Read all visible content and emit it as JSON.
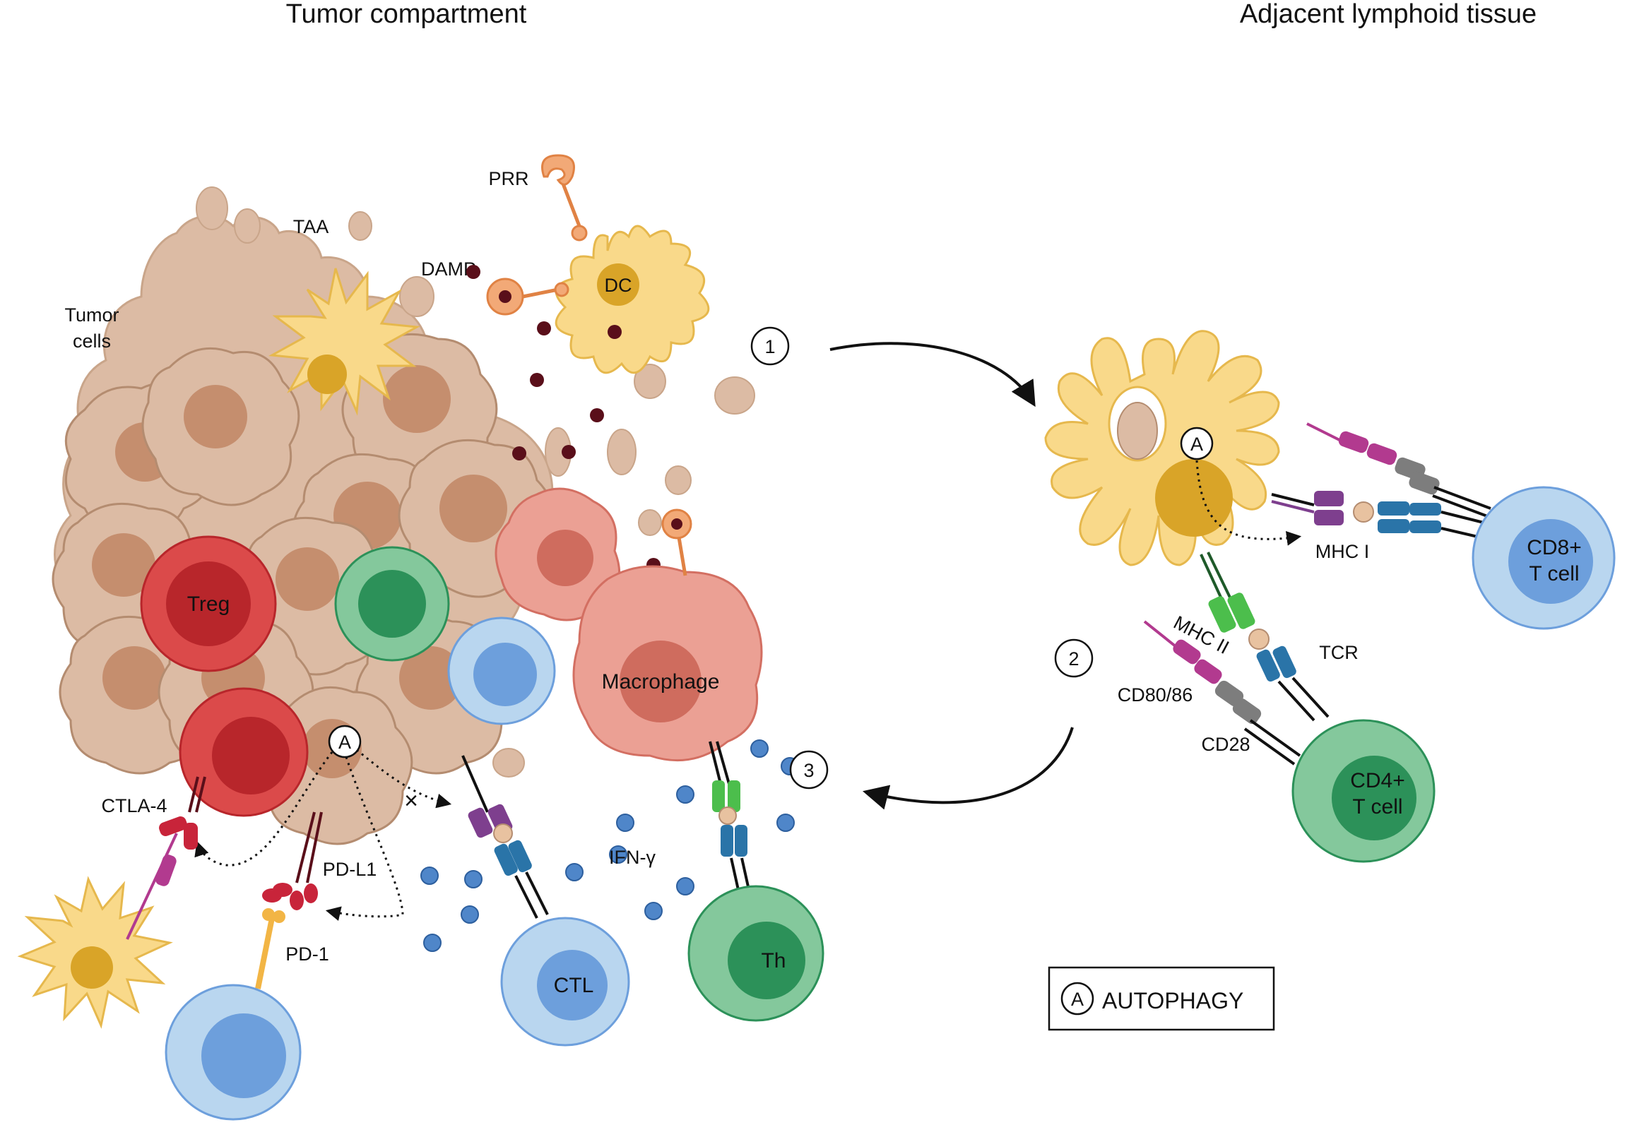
{
  "headers": {
    "left": "Tumor compartment",
    "right": "Adjacent lymphoid tissue"
  },
  "labels": {
    "taa": "TAA",
    "tumor_cells_1": "Tumor",
    "tumor_cells_2": "cells",
    "damp": "DAMP",
    "prr": "PRR",
    "dc": "DC",
    "treg": "Treg",
    "macrophage": "Macrophage",
    "ctla4": "CTLA-4",
    "pdl1": "PD-L1",
    "pd1": "PD-1",
    "ifng": "IFN-γ",
    "ctl": "CTL",
    "th": "Th",
    "mhc1": "MHC I",
    "mhc2": "MHC II",
    "tcr": "TCR",
    "cd80": "CD80/86",
    "cd28": "CD28",
    "cd8_1": "CD8+",
    "cd8_2": "T cell",
    "cd4_1": "CD4+",
    "cd4_2": "T cell"
  },
  "steps": [
    "1",
    "2",
    "3"
  ],
  "autophagy": {
    "marker": "A",
    "legend_text": "AUTOPHAGY"
  },
  "colors": {
    "tumor": "#dcbba4",
    "tumor_nucleus": "#c58e6e",
    "dc": "#f9d98a",
    "dc_nucleus": "#d9a428",
    "treg": "#db4a4a",
    "treg_nucleus": "#b8262b",
    "macrophage": "#eba094",
    "macrophage_nucleus": "#cf6c5e",
    "t_cell_blue": "#b9d6ef",
    "t_cell_blue_nucleus": "#6d9fdc",
    "t_cell_green": "#84c89c",
    "t_cell_green_nucleus": "#2c9159",
    "damp": "#5a0f1a",
    "ifng": "#4f86c9",
    "mhc1": "#7e3f8e",
    "mhc2": "#4cbe4c",
    "tcr": "#2a74a8",
    "cd80": "#b23a8f",
    "cd28": "#7d7d7d"
  }
}
